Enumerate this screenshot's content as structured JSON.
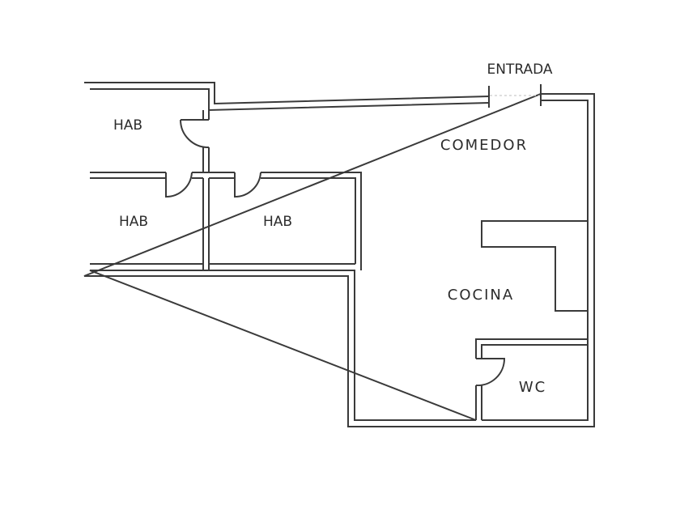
{
  "diagram": {
    "type": "floor-plan",
    "line_color": "#3a3a3a",
    "background": "#ffffff"
  },
  "labels": {
    "entrance": "ENTRADA",
    "room_hab_top": "HAB",
    "room_hab_bottom_left": "HAB",
    "room_hab_bottom_middle": "HAB",
    "dining": "COMEDOR",
    "kitchen": "COCINA",
    "bathroom": "WC"
  },
  "rooms": [
    {
      "id": "hab-1",
      "name": "HAB",
      "doors": 1
    },
    {
      "id": "hab-2",
      "name": "HAB",
      "doors": 1
    },
    {
      "id": "hab-3",
      "name": "HAB",
      "doors": 1
    },
    {
      "id": "comedor",
      "name": "COMEDOR",
      "doors": 0
    },
    {
      "id": "cocina",
      "name": "COCINA",
      "doors": 0
    },
    {
      "id": "wc",
      "name": "WC",
      "doors": 1
    }
  ]
}
